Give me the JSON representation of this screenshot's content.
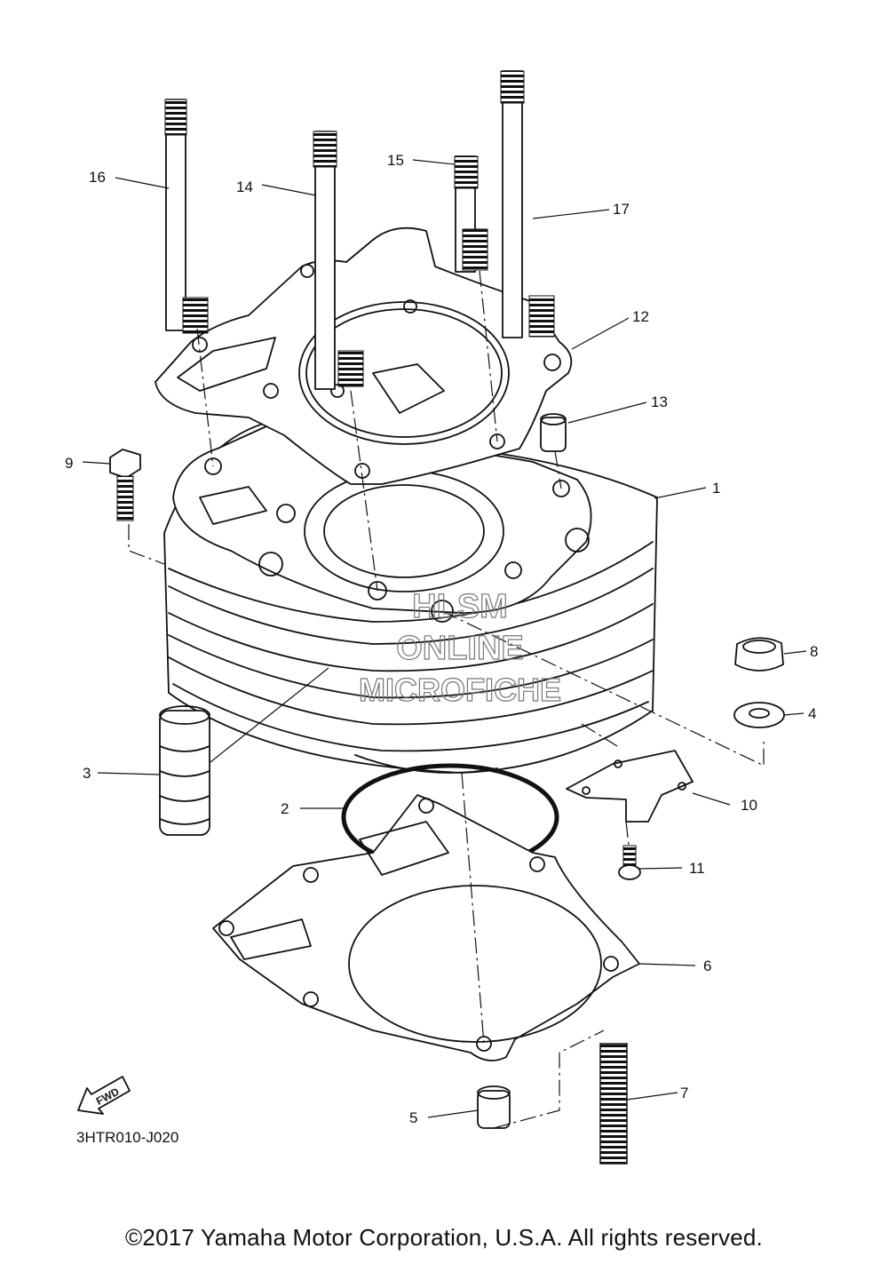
{
  "diagram": {
    "callouts": [
      "1",
      "2",
      "3",
      "4",
      "5",
      "6",
      "7",
      "8",
      "9",
      "10",
      "11",
      "12",
      "13",
      "14",
      "15",
      "16",
      "17"
    ],
    "drawing_code": "3HTR010-J020",
    "fwd_label": "FWD",
    "watermark": [
      "HLSM",
      "ONLINE",
      "MICROFICHE"
    ]
  },
  "footer": {
    "copyright": "©2017 Yamaha Motor Corporation, U.S.A. All rights reserved."
  }
}
